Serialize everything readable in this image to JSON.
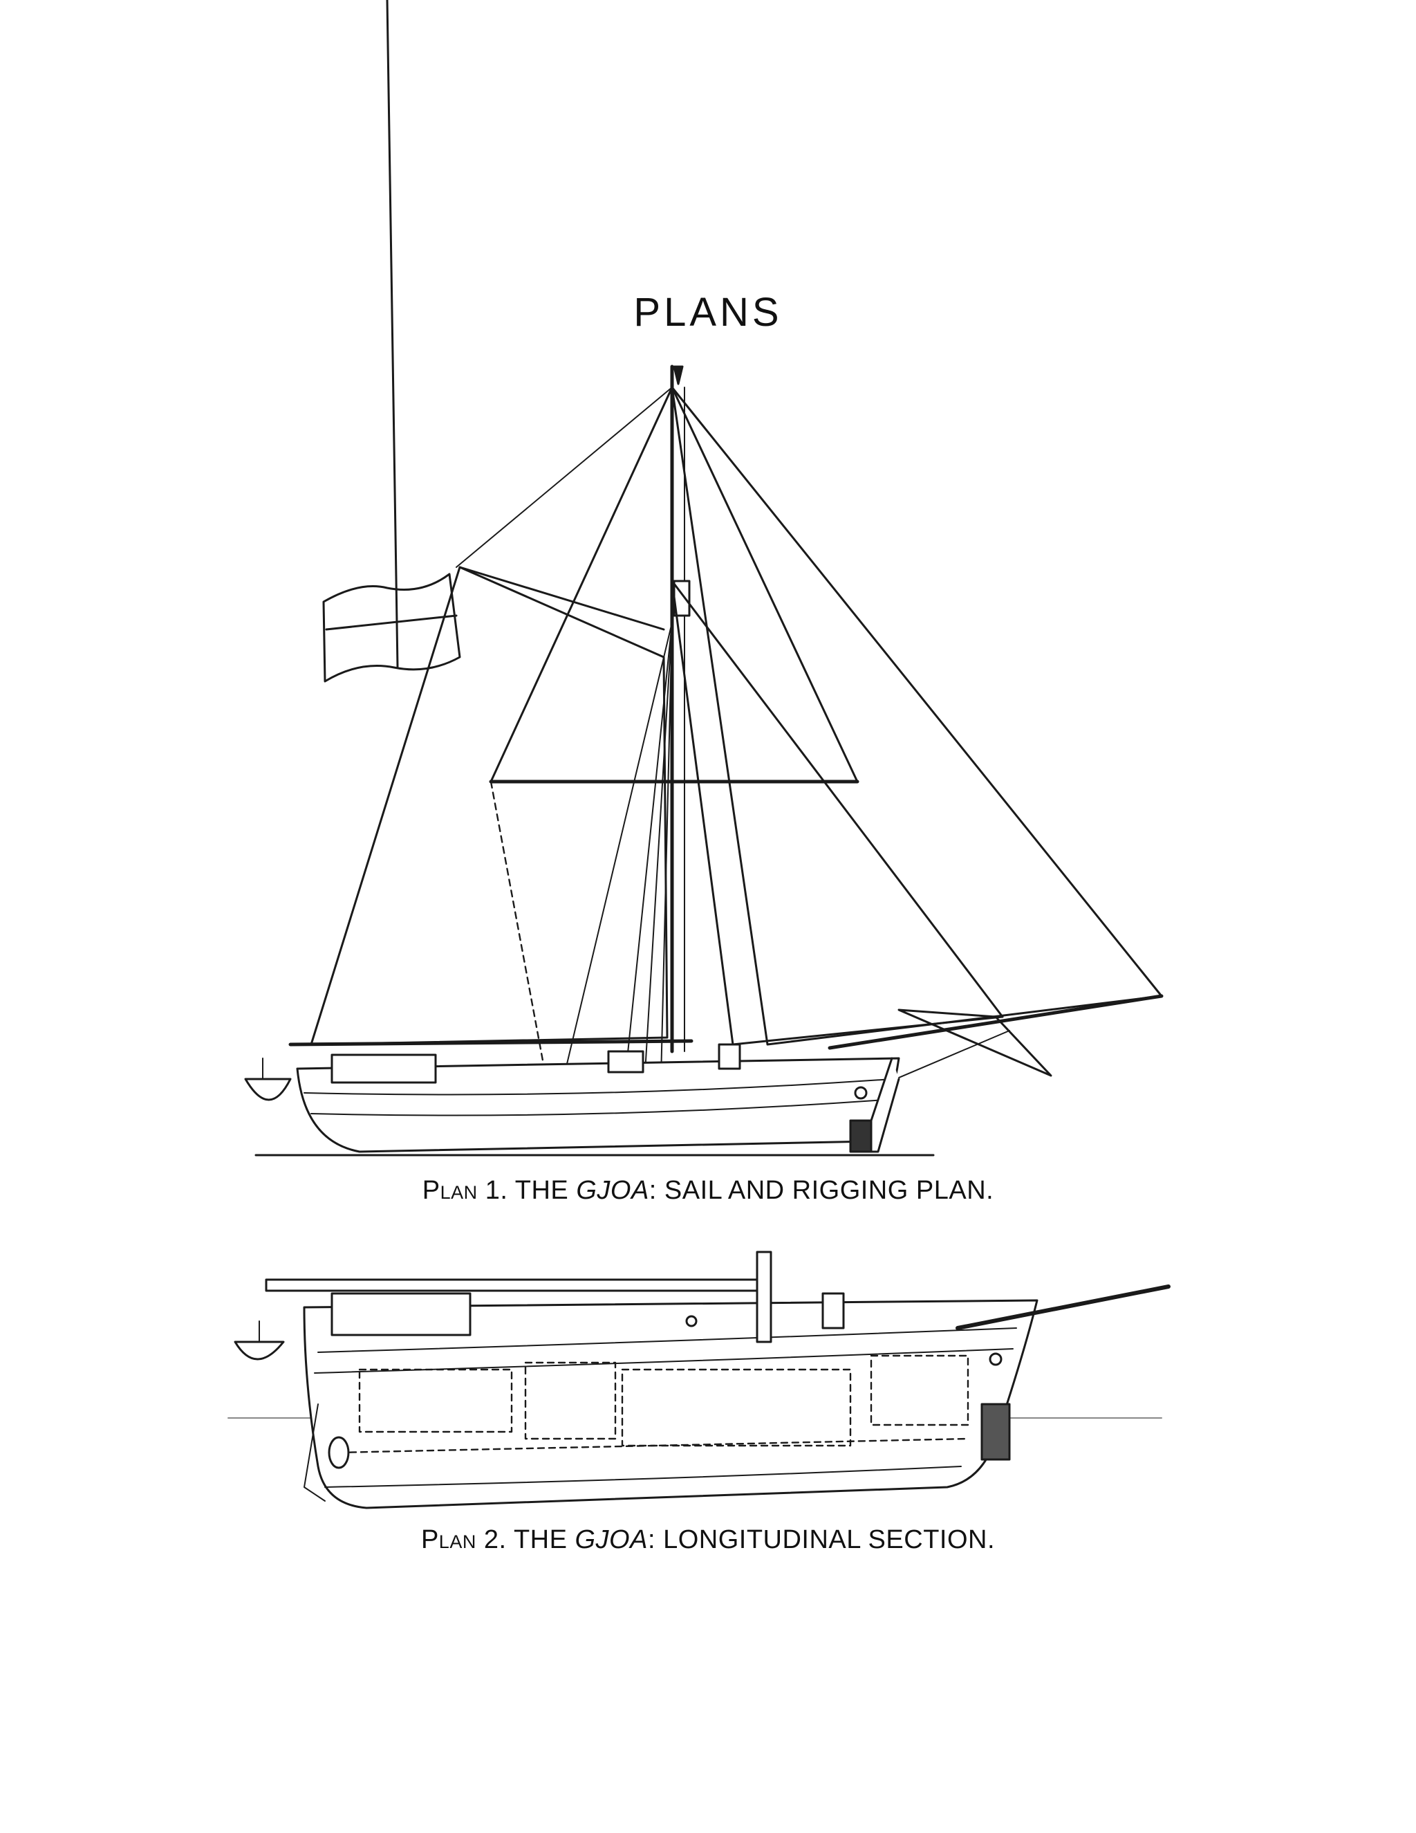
{
  "page": {
    "title": "PLANS"
  },
  "plan1": {
    "caption_prefix": "Plan 1. THE ",
    "caption_ship": "GJOA",
    "caption_suffix": ": SAIL AND RIGGING PLAN."
  },
  "plan2": {
    "caption_prefix": "Plan 2. THE ",
    "caption_ship": "GJOA",
    "caption_suffix": ": LONGITUDINAL SECTION."
  }
}
